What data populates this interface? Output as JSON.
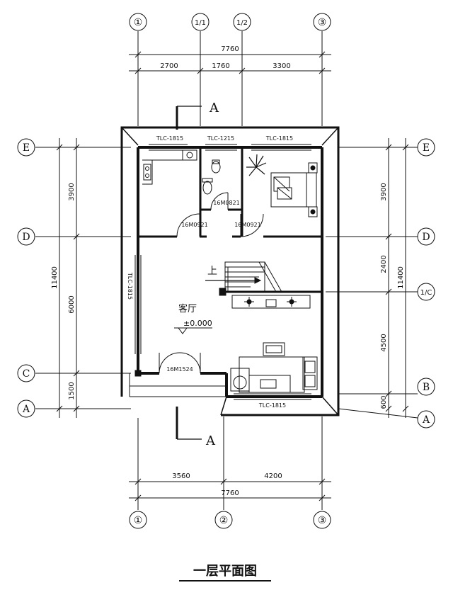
{
  "title": "一层平面图",
  "top": {
    "axes": [
      "①",
      "1/1",
      "1/2",
      "③"
    ],
    "total": "7760",
    "spans": [
      "2700",
      "1760",
      "3300"
    ]
  },
  "bottom": {
    "axes": [
      "①",
      "②",
      "③"
    ],
    "total": "7760",
    "spans": [
      "3560",
      "4200"
    ]
  },
  "left": {
    "axes": [
      "E",
      "D",
      "C",
      "A"
    ],
    "total": "11400",
    "spans": [
      "3900",
      "6000",
      "1500"
    ]
  },
  "right": {
    "axes": [
      "E",
      "D",
      "1/C",
      "B",
      "A"
    ],
    "total": "11400",
    "spans": [
      "3900",
      "2400",
      "4500",
      "600"
    ]
  },
  "section_mark": "A",
  "windows": {
    "kitchen": "TLC-1815",
    "bath": "TLC-1215",
    "bedroom": "TLC-1815",
    "living_side": "TLC-1815",
    "bottom": "TLC-1815"
  },
  "doors": {
    "bath": "16M0821",
    "kitchen": "16M0921",
    "bedroom": "16M0921",
    "entry": "16M1524"
  },
  "room": "客厅",
  "elevation": "±0.000",
  "stair_up": "上"
}
